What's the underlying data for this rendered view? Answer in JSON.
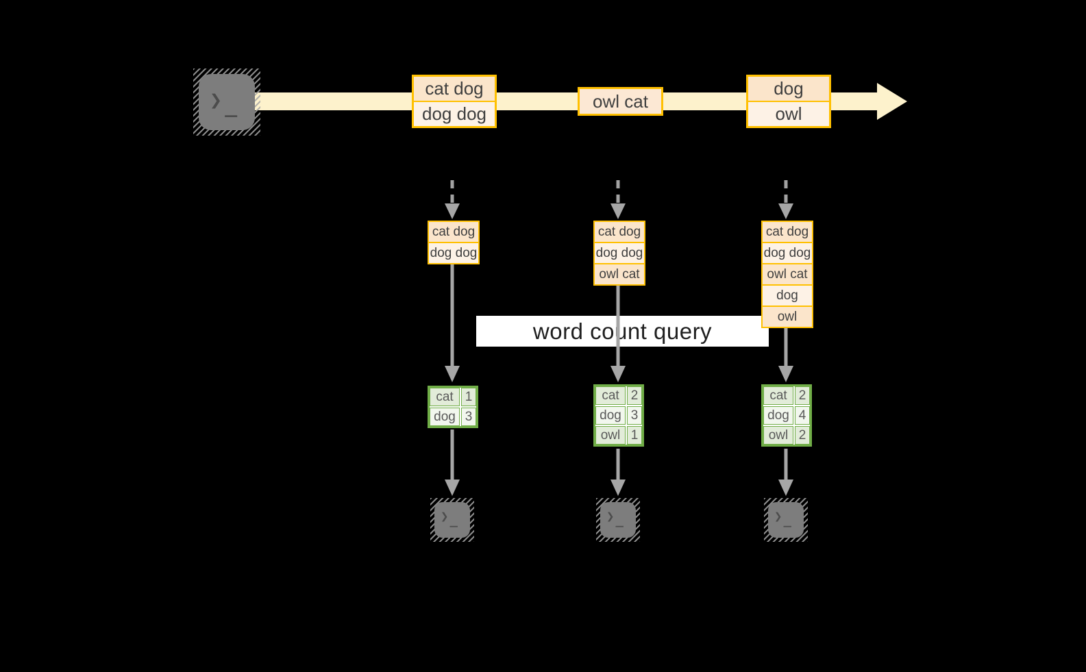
{
  "query": {
    "label": "word count query"
  },
  "stream": {
    "events": [
      {
        "lines": [
          "cat dog",
          "dog dog"
        ]
      },
      {
        "lines": [
          "owl cat"
        ]
      },
      {
        "lines": [
          "dog",
          "owl"
        ]
      }
    ]
  },
  "columns": [
    {
      "buffer": [
        "cat dog",
        "dog dog"
      ],
      "counts": [
        {
          "word": "cat",
          "count": "1"
        },
        {
          "word": "dog",
          "count": "3"
        }
      ]
    },
    {
      "buffer": [
        "cat dog",
        "dog dog",
        "owl cat"
      ],
      "counts": [
        {
          "word": "cat",
          "count": "2"
        },
        {
          "word": "dog",
          "count": "3"
        },
        {
          "word": "owl",
          "count": "1"
        }
      ]
    },
    {
      "buffer": [
        "cat dog",
        "dog dog",
        "owl cat",
        "dog",
        "owl"
      ],
      "counts": [
        {
          "word": "cat",
          "count": "2"
        },
        {
          "word": "dog",
          "count": "4"
        },
        {
          "word": "owl",
          "count": "2"
        }
      ]
    }
  ],
  "icons": {
    "terminal_prompt": "❯",
    "terminal_cursor": "_"
  },
  "colors": {
    "background": "#000000",
    "stream_fill": "#fdf2cc",
    "event_border": "#ffc000",
    "event_fill_dark": "#fbe5cb",
    "event_fill_light": "#fdf2e6",
    "table_border": "#70ad47",
    "table_fill_dark": "#e2ecd9",
    "table_fill_light": "#f2f7ee",
    "arrow_gray": "#a6a6a6",
    "terminal_gray": "#7d7d7d",
    "query_band": "#ffffff"
  }
}
